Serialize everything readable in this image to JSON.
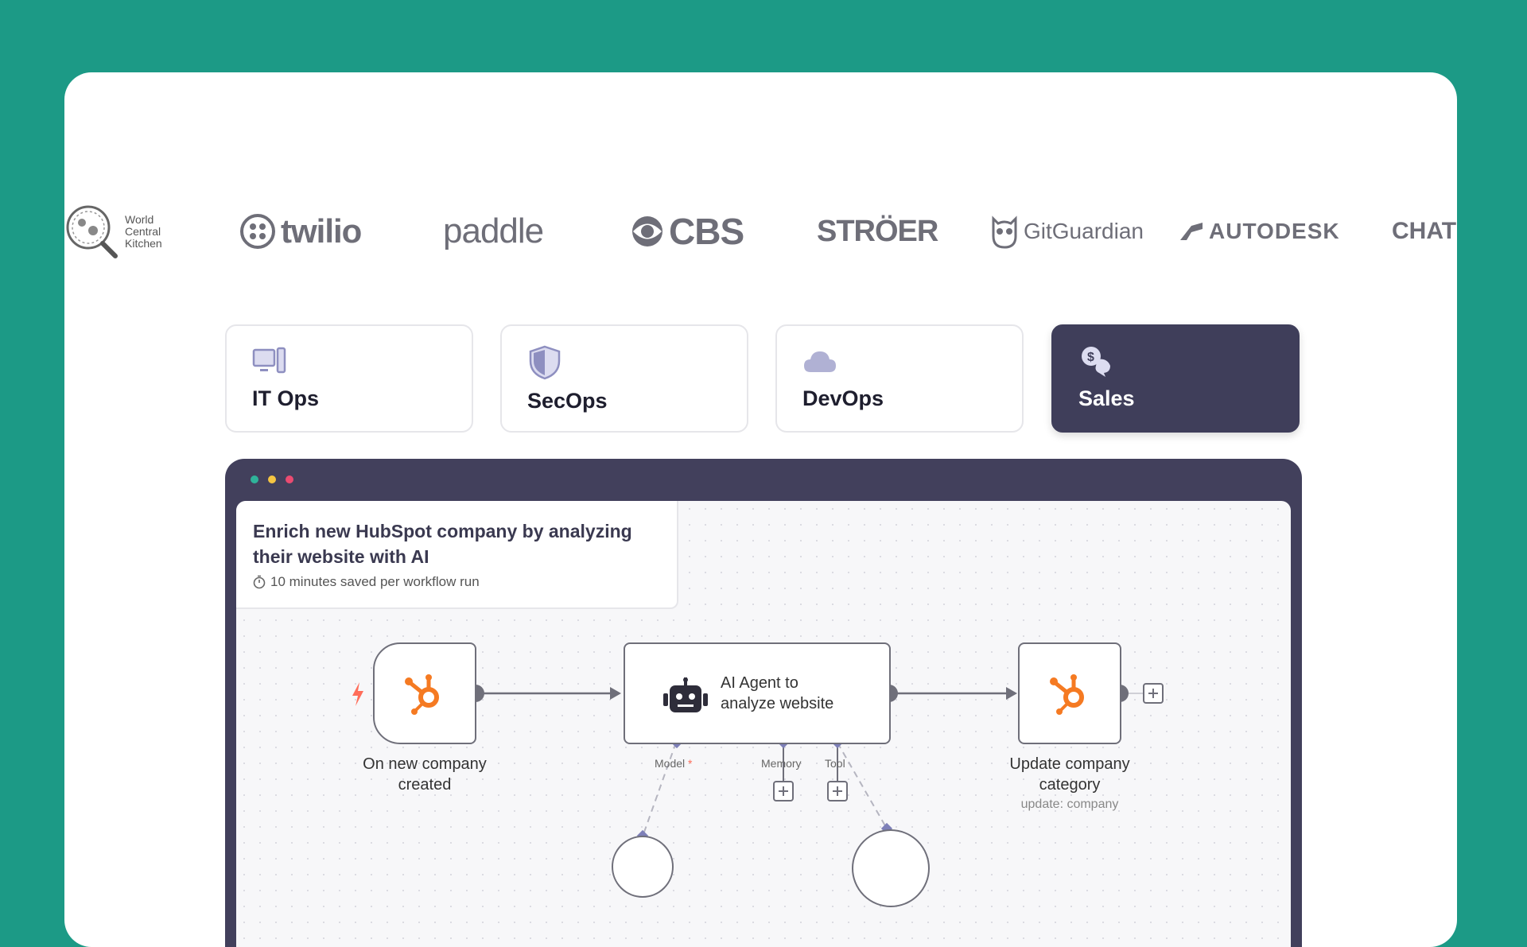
{
  "logos": {
    "wck_line1": "World",
    "wck_line2": "Central",
    "wck_line3": "Kitchen",
    "twilio": "twilio",
    "paddle": "paddle",
    "cbs": "CBS",
    "stroer": "STRÖER",
    "gitguardian": "GitGuardian",
    "autodesk": "AUTODESK",
    "chat": "CHAT"
  },
  "tabs": [
    {
      "label": "IT Ops",
      "icon": "monitor-icon",
      "active": false
    },
    {
      "label": "SecOps",
      "icon": "shield-icon",
      "active": false
    },
    {
      "label": "DevOps",
      "icon": "cloud-icon",
      "active": false
    },
    {
      "label": "Sales",
      "icon": "money-chat-icon",
      "active": true
    }
  ],
  "window": {
    "dot_colors": [
      "#2fb39a",
      "#f5c542",
      "#ea4b71"
    ]
  },
  "workflow": {
    "title": "Enrich new HubSpot company by analyzing their website with AI",
    "meta": "10 minutes saved per workflow run",
    "trigger_label": "On new company created",
    "agent_label": "AI Agent to analyze website",
    "update_label": "Update company category",
    "update_sub": "update: company",
    "port_model": "Model",
    "port_model_required": "*",
    "port_memory": "Memory",
    "port_tool": "Tool"
  },
  "colors": {
    "hubspot": "#f57a22",
    "trigger": "#ff6d5a",
    "port": "#7d7fb8",
    "active_tab": "#3f3e5a"
  }
}
